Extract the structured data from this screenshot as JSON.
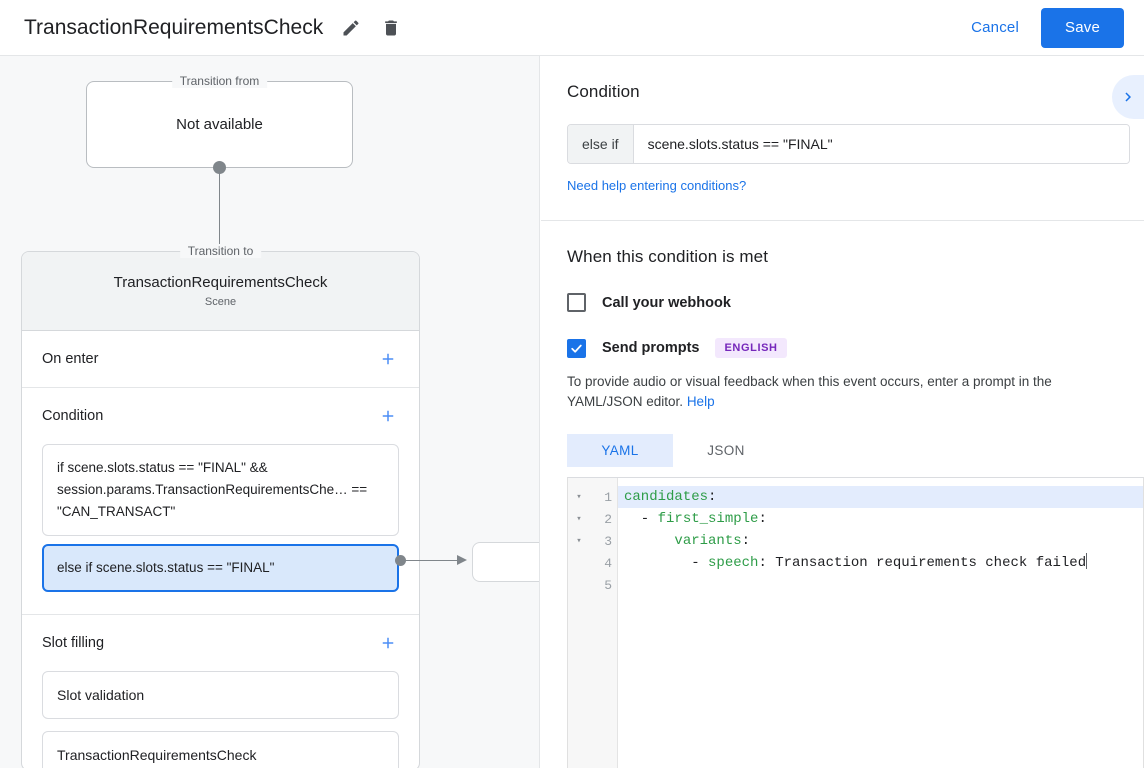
{
  "header": {
    "title": "TransactionRequirementsCheck",
    "edit_icon": "pencil-icon",
    "delete_icon": "trash-icon",
    "cancel_label": "Cancel",
    "save_label": "Save",
    "accent_color": "#1a73e8"
  },
  "canvas": {
    "transition_from": {
      "legend": "Transition from",
      "value": "Not available"
    },
    "transition_to": {
      "legend": "Transition to",
      "name": "TransactionRequirementsCheck",
      "subtitle": "Scene"
    },
    "sections": [
      {
        "title": "On enter",
        "add_label": "+"
      },
      {
        "title": "Condition",
        "add_label": "+",
        "items": [
          {
            "text": "if scene.slots.status == \"FINAL\" && session.params.TransactionRequirementsChe… == \"CAN_TRANSACT\"",
            "selected": false
          },
          {
            "text": "else if scene.slots.status == \"FINAL\"",
            "selected": true
          }
        ]
      },
      {
        "title": "Slot filling",
        "add_label": "+",
        "items": [
          {
            "text": "Slot validation",
            "selected": false
          },
          {
            "text": "TransactionRequirementsCheck",
            "selected": false
          }
        ]
      }
    ]
  },
  "panel": {
    "expand_icon": "chevron-right-icon",
    "condition": {
      "heading": "Condition",
      "prefix": "else if",
      "value": "scene.slots.status == \"FINAL\"",
      "help_link": "Need help entering conditions?"
    },
    "when_met": {
      "heading": "When this condition is met",
      "webhook": {
        "label": "Call your webhook",
        "checked": false
      },
      "prompts": {
        "label": "Send prompts",
        "checked": true,
        "badge": "ENGLISH",
        "badge_bg": "#f3e8fd",
        "badge_fg": "#7627bb"
      },
      "description": "To provide audio or visual feedback when this event occurs, enter a prompt in the YAML/JSON editor.",
      "description_link": "Help"
    },
    "editor": {
      "tabs": [
        {
          "label": "YAML",
          "active": true
        },
        {
          "label": "JSON",
          "active": false
        }
      ],
      "lines": [
        {
          "num": "1",
          "fold": "▾",
          "highlight": true,
          "indent": "",
          "key": "candidates",
          "colon": ":",
          "value": ""
        },
        {
          "num": "2",
          "fold": "▾",
          "highlight": false,
          "indent": "  - ",
          "key": "first_simple",
          "colon": ":",
          "value": ""
        },
        {
          "num": "3",
          "fold": "▾",
          "highlight": false,
          "indent": "      ",
          "key": "variants",
          "colon": ":",
          "value": ""
        },
        {
          "num": "4",
          "fold": "",
          "highlight": false,
          "indent": "        - ",
          "key": "speech",
          "colon": ":",
          "value": " Transaction requirements check failed"
        },
        {
          "num": "5",
          "fold": "",
          "highlight": false,
          "indent": "",
          "key": "",
          "colon": "",
          "value": ""
        }
      ]
    }
  }
}
